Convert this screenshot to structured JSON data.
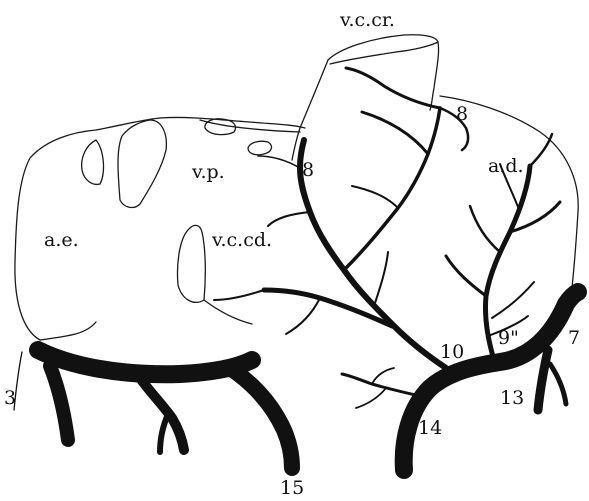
{
  "labels": {
    "vena_cava_cranialis": "v.c.cr.",
    "vena_pulmonalis": "v.p.",
    "vena_cava_caudalis": "v.c.cd.",
    "atrium_sinistrum": "a.e.",
    "atrium_dextrum": "a.d.",
    "n3": "3",
    "n7": "7",
    "n8_left": "8",
    "n8_right": "8",
    "n9": "9\"",
    "n10": "10",
    "n13": "13",
    "n14": "14",
    "n15": "15"
  }
}
